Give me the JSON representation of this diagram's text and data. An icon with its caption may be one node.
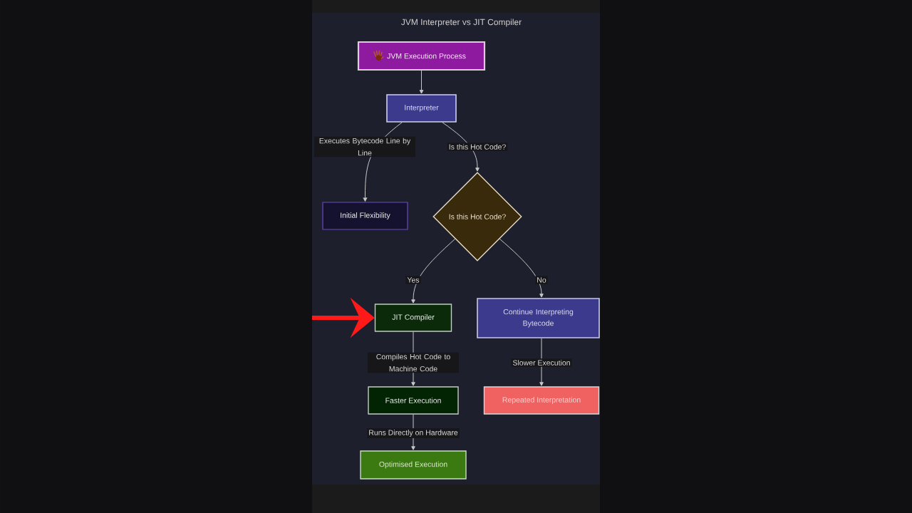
{
  "diagram": {
    "title": "JVM Interpreter vs JIT Compiler",
    "nodes": [
      {
        "text": [
          "JVM Execution Process"
        ]
      },
      {
        "text": [
          "Interpreter"
        ]
      },
      {
        "text": [
          "Initial Flexibility"
        ]
      },
      {
        "text": [
          "Is this Hot Code?"
        ]
      },
      {
        "text": [
          "JIT Compiler"
        ]
      },
      {
        "text": [
          "Continue Interpreting Bytecode"
        ]
      },
      {
        "text": [
          "Faster Execution"
        ]
      },
      {
        "text": [
          "Repeated Interpretation"
        ]
      },
      {
        "text": [
          "Optimised Execution"
        ]
      }
    ],
    "edges": [
      {
        "from": 0,
        "to": 1,
        "arrow": "to"
      },
      {
        "from": 1,
        "to": 2,
        "arrow": "to",
        "label": "Executes Bytecode Line by Line"
      },
      {
        "from": 1,
        "to": 3,
        "arrow": "to",
        "label": "Is this Hot Code?"
      },
      {
        "from": 3,
        "to": 4,
        "arrow": "to",
        "label": "Yes"
      },
      {
        "from": 3,
        "to": 5,
        "arrow": "to",
        "label": "No"
      },
      {
        "from": 4,
        "to": 6,
        "arrow": "to",
        "label": "Compiles Hot Code to Machine Code"
      },
      {
        "from": 5,
        "to": 7,
        "arrow": "to",
        "label": "Slower Execution"
      },
      {
        "from": 6,
        "to": 8,
        "arrow": "to",
        "label": "Runs Directly on Hardware"
      },
      {
        "from": null,
        "to": 4,
        "arrow": "to",
        "style": "thick",
        "color": "#ff1a1a"
      }
    ]
  }
}
